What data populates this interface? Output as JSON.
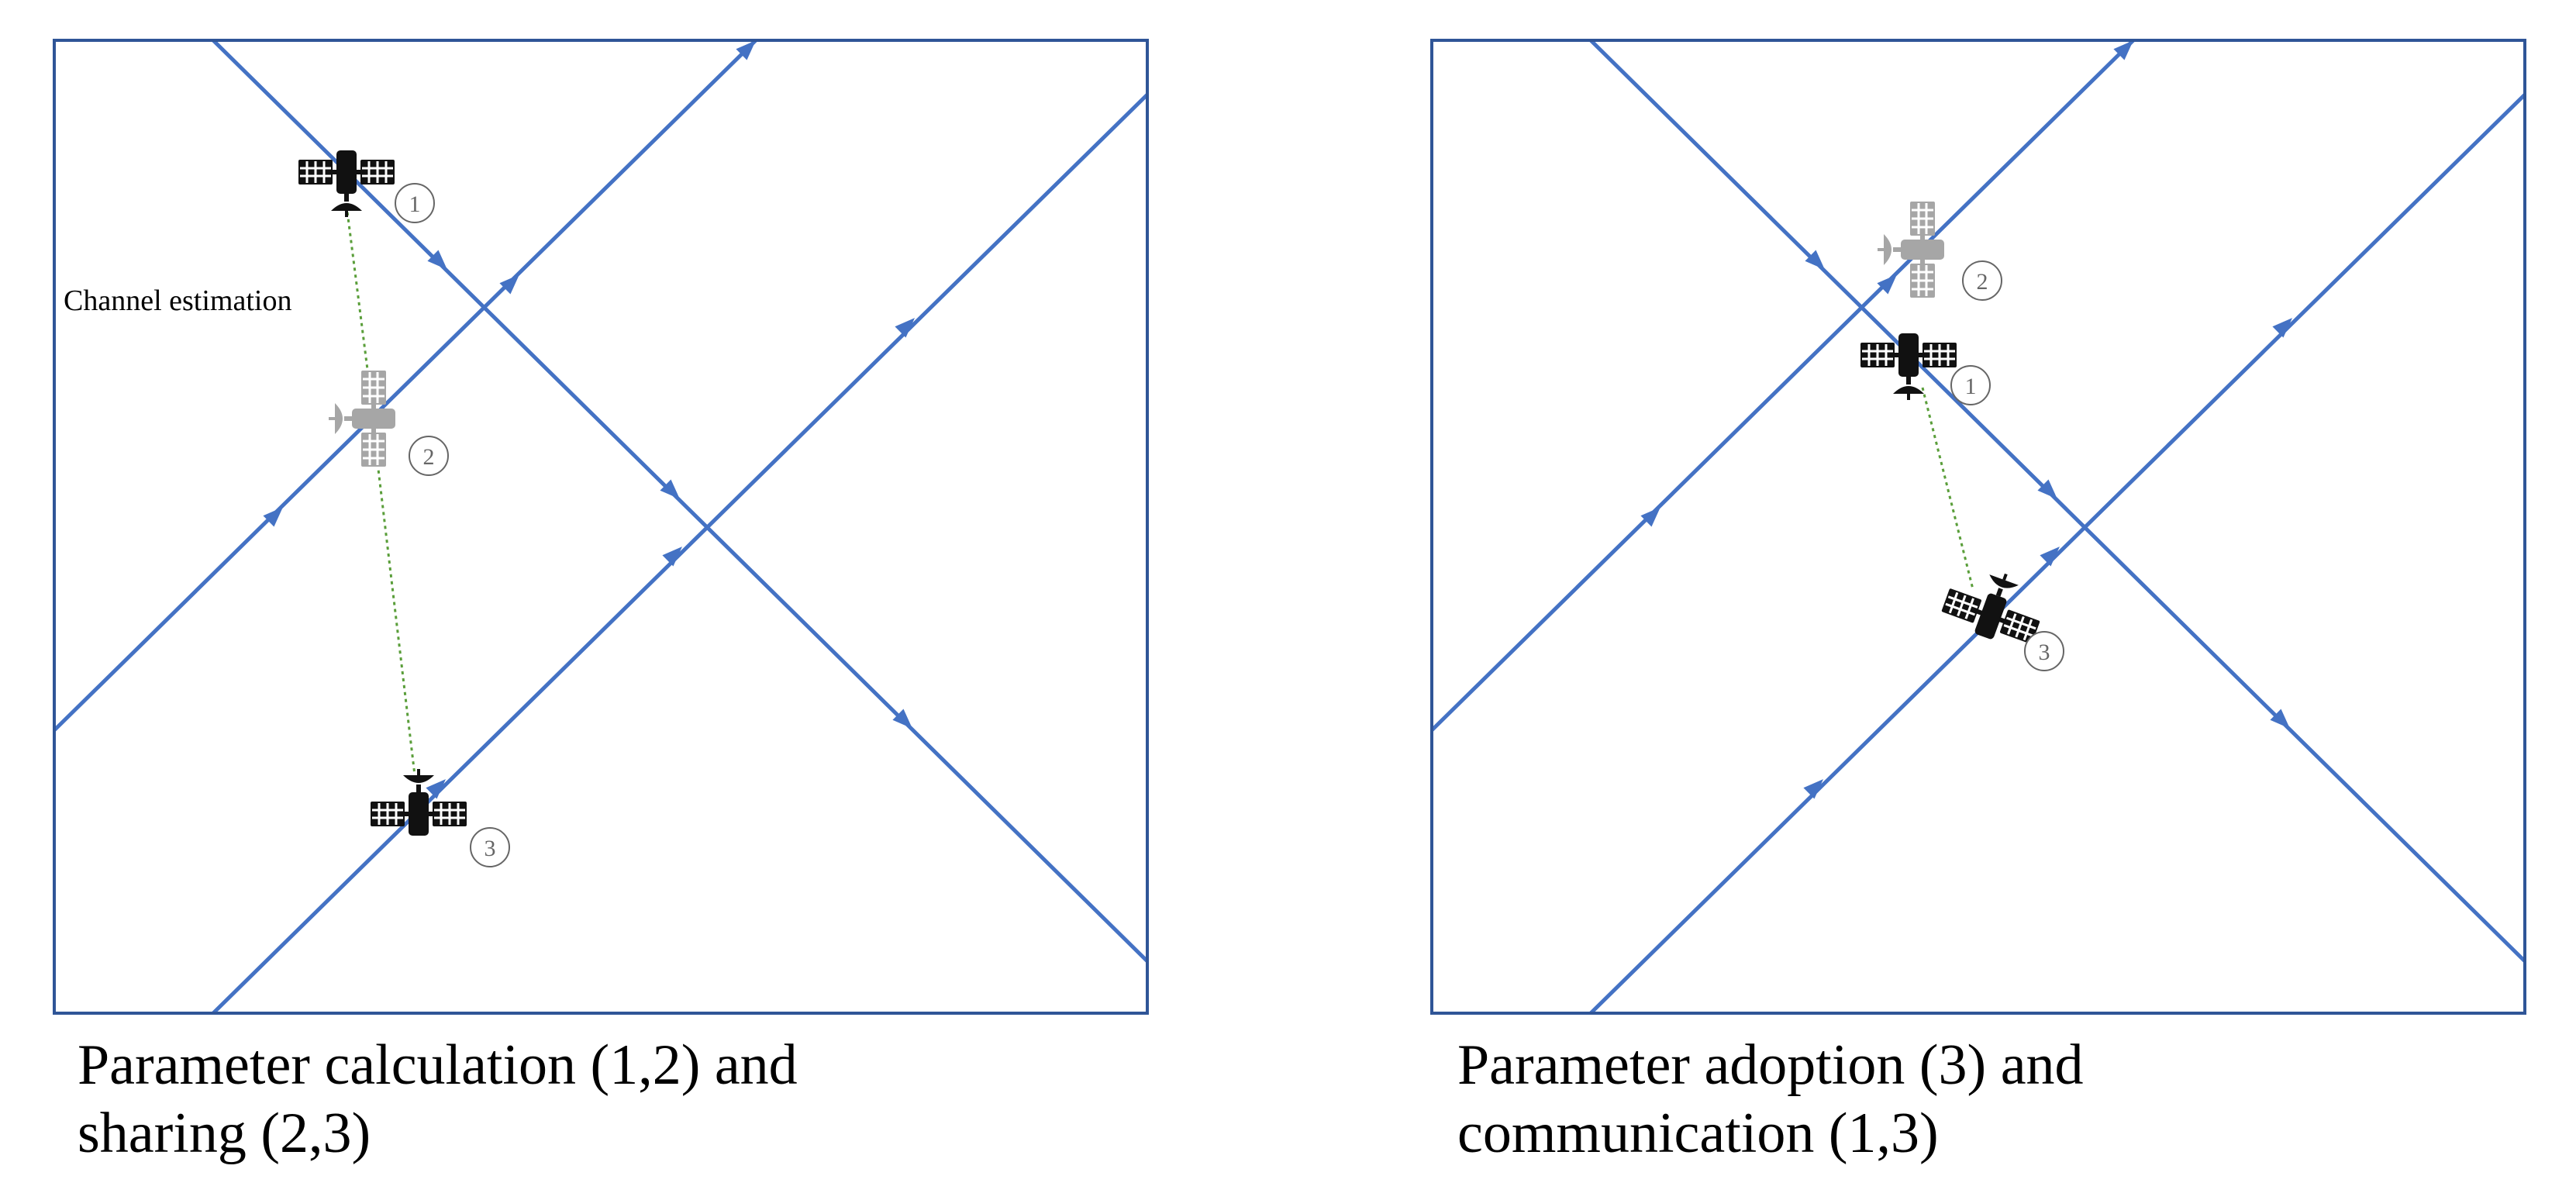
{
  "colors": {
    "orbit": "#4472C4",
    "frame": "#2F5597",
    "link": "#5A9E3A",
    "active_satellite": "#111111",
    "inactive_satellite": "#A6A6A6",
    "label_circle": "#666666"
  },
  "icons": {
    "satellite": "satellite-icon",
    "marker": "circled-number"
  },
  "panels": [
    {
      "caption": {
        "line1": "Parameter calculation (1,2) and",
        "line2": "sharing (2,3)"
      },
      "annotation": "Channel estimation",
      "satellites": [
        {
          "label": "1",
          "state": "active"
        },
        {
          "label": "2",
          "state": "inactive"
        },
        {
          "label": "3",
          "state": "active"
        }
      ]
    },
    {
      "caption": {
        "line1": "Parameter adoption (3) and",
        "line2": "communication (1,3)"
      },
      "annotation": "",
      "satellites": [
        {
          "label": "2",
          "state": "inactive"
        },
        {
          "label": "1",
          "state": "active"
        },
        {
          "label": "3",
          "state": "active"
        }
      ]
    }
  ]
}
